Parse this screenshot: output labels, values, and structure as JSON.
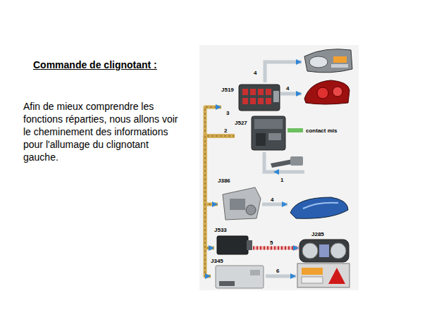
{
  "diagram": {
    "title": "Commande de clignotant :",
    "nodes": [
      {
        "text": [
          "J519"
        ]
      },
      {
        "text": [
          "J527"
        ]
      },
      {
        "text": [
          "J386"
        ]
      },
      {
        "text": [
          "J533"
        ]
      },
      {
        "text": [
          "J285"
        ]
      },
      {
        "text": [
          "J345"
        ]
      }
    ],
    "edges": [
      {
        "from": 1,
        "to": 0,
        "arrow": "to"
      },
      {
        "from": 1,
        "to": 2,
        "arrow": "to"
      },
      {
        "from": 1,
        "to": 3,
        "arrow": "to"
      },
      {
        "from": 1,
        "to": 5,
        "arrow": "to"
      },
      {
        "from": 3,
        "to": 4,
        "arrow": "to"
      }
    ],
    "labels": [
      "Afin de mieux comprendre les fonctions réparties, nous allons voir le cheminement des informations pour l'allumage du clignotant gauche.",
      "4",
      "4",
      "3",
      "2",
      "contact mis",
      "1",
      "4",
      "5",
      "6"
    ]
  }
}
